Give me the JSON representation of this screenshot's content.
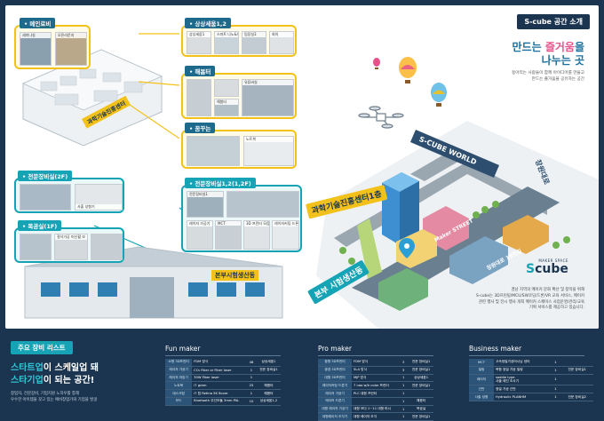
{
  "page": {
    "title_tag": "S-cube 공간 소개",
    "headline_line1_a": "만드는 ",
    "headline_line1_b": "즐거움",
    "headline_line1_c": "을",
    "headline_line2": "나누는 곳",
    "sub_line1": "동아리는 사람들이 함께 아이디어를 만들고",
    "sub_line2": "만드는 즐거움을 공유하는 공간",
    "desc_line1": "경남 지역의 메이커 문화 확산 및 창작을 위해",
    "desc_line2": "S-cube는 3D프린팅/MCU/SW코딩/드론/VR 교육 서비스, 메이커",
    "desc_line3": "관련 행사 및 전시 행사 개최 메이커 스페이스 사업운영/관리/교육",
    "desc_line4": "기획 서비스를 제공하고 있습니다."
  },
  "map": {
    "world_sign": "S-CUBE WORLD",
    "road_right": "창원대로",
    "building_sign": "과학기술진흥센터1층",
    "factory_sign": "본부 시험생산동",
    "street_maker": "Maker STREET",
    "street_road": "창원대로 18번길",
    "factory_roof_sign": "본부시험생산동"
  },
  "logo": {
    "top": "MAKER SPACE",
    "s": "S",
    "rest": "cube"
  },
  "zones": {
    "lounge": {
      "label": "• 메인로비",
      "photos": [
        "세미나실",
        "오픈라운지"
      ]
    },
    "meeting": {
      "label": "• 상상세움1,2",
      "photos": [
        "상상세움1",
        "스마트 나노&이",
        "팀장실3",
        "회의"
      ]
    },
    "maker": {
      "label": "• 해봄터",
      "photos": [
        "",
        "",
        "해봄터",
        "유튜버실"
      ]
    },
    "dreaming": {
      "label": "• 꿈꾸는",
      "photos": [
        "",
        "노트북"
      ]
    },
    "pro2f": {
      "label": "• 전문장비실(2F)",
      "photos": [
        "",
        "사출 성형기"
      ]
    },
    "wood": {
      "label": "• 목공실(1F)",
      "photos": [
        "",
        "절삭가공 머신활 보",
        ""
      ]
    },
    "pro12": {
      "label": "• 전문장비실1,2(1,2F)",
      "photos": [
        "전문장비실1",
        "",
        "레이저 가공기",
        "MCT",
        "3D 프린터 모음",
        "레이저커팅 드론기"
      ]
    },
    "lobby_sign": "과학기술진흥센터"
  },
  "equipment": {
    "title": "주요 장비 리스트",
    "slogan_a": "스타트업",
    "slogan_b": "이 스케일업 돼",
    "slogan_c": "스타기업",
    "slogan_d": "이 되는 공간!",
    "slogan_sub1": "창업자, 전문장비, 기업지원 노하우를 통해",
    "slogan_sub2": "우수한 아이템을 갖고 있는 예비창업가와 기업을 발굴",
    "fun": {
      "title": "Fun maker",
      "rows": [
        [
          "소형 3D프린터",
          "FDM 방식",
          "48",
          "상상세움1"
        ],
        [
          "레이저 가공기",
          "CO₂ Fiber or Fiber laser",
          "1",
          "전문 장비실1"
        ],
        [
          "레이저 마킹기",
          "30W Fiber laser",
          "1",
          ""
        ],
        [
          "노트북",
          "i7 gram",
          "25",
          "해봄터"
        ],
        [
          "데스크탑",
          "i7 탑 Retina 5K 8core",
          "1",
          "해봄터"
        ],
        [
          "보드",
          "Bluetooth 무선모듈 3mm PAL",
          "10",
          "상상세움1,2"
        ]
      ]
    },
    "pro": {
      "title": "Pro maker",
      "rows": [
        [
          "중형 3D프린터",
          "FDM 방식",
          "3",
          "전문 장비실1"
        ],
        [
          "광경 3D프린터",
          "SLA 방식",
          "3",
          "전문 장비실1"
        ],
        [
          "대형 3D프린터",
          "MJP 방식",
          "1",
          "상상세움1"
        ],
        [
          "레이저커팅 드론기",
          "7 nao w/h color 프린터",
          "1",
          "전문 장비실1"
        ],
        [
          "레이저 가공기",
          "PLC 대형 프린터",
          "1",
          ""
        ],
        [
          "메이커 드론기",
          "",
          "1",
          "해봄터"
        ],
        [
          "대형 레이저 가공기",
          "대형 보다 1~11 대형 머시",
          "1",
          "목공실"
        ],
        [
          "대형레이저 조각기",
          "대형 레이저 조각",
          "1",
          "전문 장비실1"
        ],
        [
          "레이저 커팅기기",
          "CAMM 5 초소 플레이트",
          "1",
          "전문 장비실1"
        ]
      ]
    },
    "business": {
      "title": "Business maker",
      "rows": [
        [
          "MCT",
          "고속정밀가공머시닝 센터",
          "1",
          ""
        ],
        [
          "밀링",
          "복합 정밀 가공 밀링",
          "1",
          "전문 장비실1"
        ],
        [
          "레이저",
          "saddle type\n사출 레진 조사기",
          "1",
          ""
        ],
        [
          "선반",
          "정밀 가공 선반",
          "1",
          ""
        ],
        [
          "사출 성형",
          "Hydraulic PLANHM",
          "1",
          "전문 장비실2"
        ]
      ]
    }
  },
  "colors": {
    "navy": "#1b3550",
    "teal": "#15a3b5",
    "yellow": "#f3c21a",
    "pink": "#e8528b",
    "blue": "#1b6f9c"
  }
}
